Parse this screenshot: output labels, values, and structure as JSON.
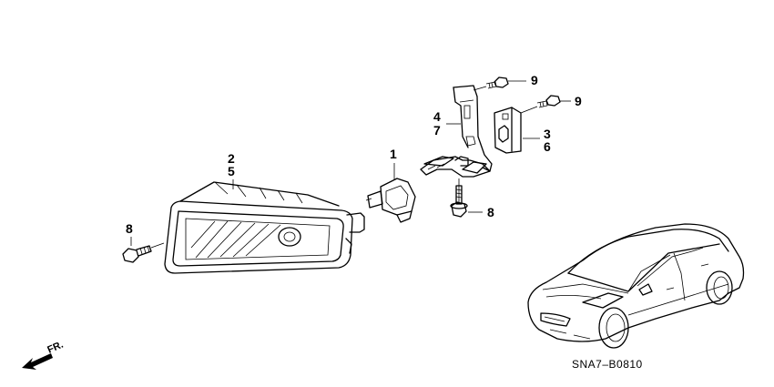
{
  "callouts": {
    "bulb": "1",
    "housing_a": "2",
    "housing_b": "5",
    "small_bracket_a": "3",
    "small_bracket_b": "6",
    "main_bracket_a": "4",
    "main_bracket_b": "7",
    "bolt_left": "8",
    "bolt_center": "8",
    "screw_top": "9",
    "screw_right": "9"
  },
  "diagram_code": "SNA7–B0810",
  "direction_label": "FR."
}
